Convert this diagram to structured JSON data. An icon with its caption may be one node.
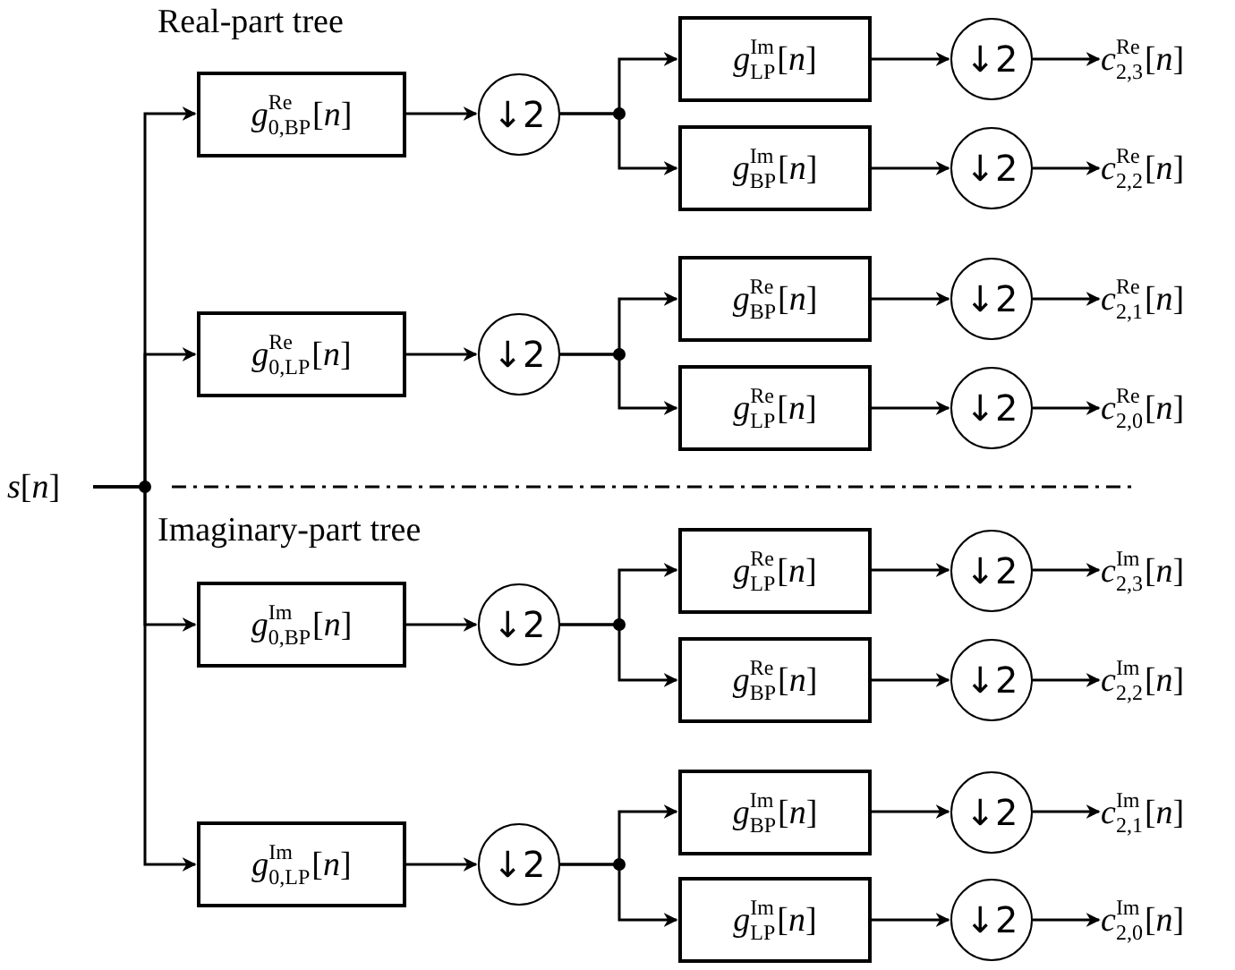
{
  "diagram": {
    "nodes": [
      {
        "text": [
          "*s*[*n*]"
        ]
      },
      {
        "text": [
          "*g*$^{Re}$$_{0,BP}$[*n*]"
        ]
      },
      {
        "text": [
          "↓2"
        ]
      },
      {
        "text": [
          "*g*$^{Im}$$_{LP}$[*n*]"
        ]
      },
      {
        "text": [
          "↓2"
        ]
      },
      {
        "text": [
          "*c*$^{Re}$$_{2,3}$[*n*]"
        ]
      },
      {
        "text": [
          "*g*$^{Im}$$_{BP}$[*n*]"
        ]
      },
      {
        "text": [
          "↓2"
        ]
      },
      {
        "text": [
          "*c*$^{Re}$$_{2,2}$[*n*]"
        ]
      },
      {
        "text": [
          "*g*$^{Re}$$_{0,LP}$[*n*]"
        ]
      },
      {
        "text": [
          "↓2"
        ]
      },
      {
        "text": [
          "*g*$^{Re}$$_{BP}$[*n*]"
        ]
      },
      {
        "text": [
          "↓2"
        ]
      },
      {
        "text": [
          "*c*$^{Re}$$_{2,1}$[*n*]"
        ]
      },
      {
        "text": [
          "*g*$^{Re}$$_{LP}$[*n*]"
        ]
      },
      {
        "text": [
          "↓2"
        ]
      },
      {
        "text": [
          "*c*$^{Re}$$_{2,0}$[*n*]"
        ]
      },
      {
        "text": [
          "*g*$^{Im}$$_{0,BP}$[*n*]"
        ]
      },
      {
        "text": [
          "↓2"
        ]
      },
      {
        "text": [
          "*g*$^{Re}$$_{LP}$[*n*]"
        ]
      },
      {
        "text": [
          "↓2"
        ]
      },
      {
        "text": [
          "*c*$^{Im}$$_{2,3}$[*n*]"
        ]
      },
      {
        "text": [
          "*g*$^{Re}$$_{BP}$[*n*]"
        ]
      },
      {
        "text": [
          "↓2"
        ]
      },
      {
        "text": [
          "*c*$^{Im}$$_{2,2}$[*n*]"
        ]
      },
      {
        "text": [
          "*g*$^{Im}$$_{0,LP}$[*n*]"
        ]
      },
      {
        "text": [
          "↓2"
        ]
      },
      {
        "text": [
          "*g*$^{Im}$$_{BP}$[*n*]"
        ]
      },
      {
        "text": [
          "↓2"
        ]
      },
      {
        "text": [
          "*c*$^{Im}$$_{2,1}$[*n*]"
        ]
      },
      {
        "text": [
          "*g*$^{Im}$$_{LP}$[*n*]"
        ]
      },
      {
        "text": [
          "↓2"
        ]
      },
      {
        "text": [
          "*c*$^{Im}$$_{2,0}$[*n*]"
        ]
      }
    ],
    "edges": [
      {
        "from": 0,
        "to": 1,
        "arrow": "to"
      },
      {
        "from": 1,
        "to": 2,
        "arrow": "to"
      },
      {
        "from": 2,
        "to": 3,
        "arrow": "to"
      },
      {
        "from": 3,
        "to": 4,
        "arrow": "to"
      },
      {
        "from": 4,
        "to": 5,
        "arrow": "to"
      },
      {
        "from": 2,
        "to": 6,
        "arrow": "to"
      },
      {
        "from": 6,
        "to": 7,
        "arrow": "to"
      },
      {
        "from": 7,
        "to": 8,
        "arrow": "to"
      },
      {
        "from": 0,
        "to": 9,
        "arrow": "to"
      },
      {
        "from": 9,
        "to": 10,
        "arrow": "to"
      },
      {
        "from": 10,
        "to": 11,
        "arrow": "to"
      },
      {
        "from": 11,
        "to": 12,
        "arrow": "to"
      },
      {
        "from": 12,
        "to": 13,
        "arrow": "to"
      },
      {
        "from": 10,
        "to": 14,
        "arrow": "to"
      },
      {
        "from": 14,
        "to": 15,
        "arrow": "to"
      },
      {
        "from": 15,
        "to": 16,
        "arrow": "to"
      },
      {
        "from": 0,
        "to": 17,
        "arrow": "to"
      },
      {
        "from": 17,
        "to": 18,
        "arrow": "to"
      },
      {
        "from": 18,
        "to": 19,
        "arrow": "to"
      },
      {
        "from": 19,
        "to": 20,
        "arrow": "to"
      },
      {
        "from": 20,
        "to": 21,
        "arrow": "to"
      },
      {
        "from": 18,
        "to": 22,
        "arrow": "to"
      },
      {
        "from": 22,
        "to": 23,
        "arrow": "to"
      },
      {
        "from": 23,
        "to": 24,
        "arrow": "to"
      },
      {
        "from": 0,
        "to": 25,
        "arrow": "to"
      },
      {
        "from": 25,
        "to": 26,
        "arrow": "to"
      },
      {
        "from": 26,
        "to": 27,
        "arrow": "to"
      },
      {
        "from": 27,
        "to": 28,
        "arrow": "to"
      },
      {
        "from": 28,
        "to": 29,
        "arrow": "to"
      },
      {
        "from": 26,
        "to": 30,
        "arrow": "to"
      },
      {
        "from": 30,
        "to": 31,
        "arrow": "to"
      },
      {
        "from": 31,
        "to": 32,
        "arrow": "to"
      }
    ],
    "labels": [
      "Real-part tree",
      "Imaginary-part tree"
    ]
  }
}
